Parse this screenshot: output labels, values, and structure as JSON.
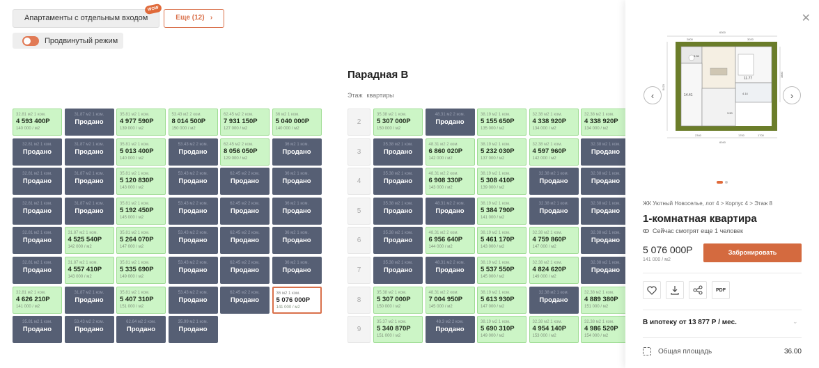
{
  "filters": {
    "apartments_chip": "Апартаменты с отдельным входом",
    "wow_badge": "WOW",
    "more_button": "Еще (12)",
    "advanced_mode_label": "Продвинутый режим"
  },
  "entrance_b": {
    "title": "Парадная В",
    "col_floor": "Этаж",
    "col_apartments": "квартиры",
    "floors": [
      "2",
      "3",
      "4",
      "5",
      "6",
      "7",
      "8",
      "9"
    ]
  },
  "left_grid": [
    [
      {
        "status": "avail",
        "meta": "32.81 м2  1 ком.",
        "price": "4 593 400Р",
        "ppm": "140 000 / м2"
      },
      {
        "status": "sold",
        "meta": "31.87 м2  1 ком.",
        "price": "Продано"
      },
      {
        "status": "avail",
        "meta": "35.81 м2  1 ком.",
        "price": "4 977 590Р",
        "ppm": "139 000 / м2"
      },
      {
        "status": "avail",
        "meta": "53.43 м2  2 ком.",
        "price": "8 014 500Р",
        "ppm": "150 000 / м2"
      },
      {
        "status": "avail",
        "meta": "62.45 м2  2 ком.",
        "price": "7 931 150Р",
        "ppm": "127 000 / м2"
      },
      {
        "status": "avail",
        "meta": "36 м2  1 ком.",
        "price": "5 040 000Р",
        "ppm": "140 000 / м2"
      }
    ],
    [
      {
        "status": "sold",
        "meta": "32.81 м2  1 ком.",
        "price": "Продано"
      },
      {
        "status": "sold",
        "meta": "31.87 м2  1 ком.",
        "price": "Продано"
      },
      {
        "status": "avail",
        "meta": "35.81 м2  1 ком.",
        "price": "5 013 400Р",
        "ppm": "140 000 / м2"
      },
      {
        "status": "sold",
        "meta": "53.43 м2  2 ком.",
        "price": "Продано"
      },
      {
        "status": "avail",
        "meta": "62.45 м2  2 ком.",
        "price": "8 056 050Р",
        "ppm": "129 000 / м2"
      },
      {
        "status": "sold",
        "meta": "36 м2  1 ком.",
        "price": "Продано"
      }
    ],
    [
      {
        "status": "sold",
        "meta": "32.81 м2  1 ком.",
        "price": "Продано"
      },
      {
        "status": "sold",
        "meta": "31.87 м2  1 ком.",
        "price": "Продано"
      },
      {
        "status": "avail",
        "meta": "35.81 м2  1 ком.",
        "price": "5 120 830Р",
        "ppm": "143 000 / м2"
      },
      {
        "status": "sold",
        "meta": "53.43 м2  2 ком.",
        "price": "Продано"
      },
      {
        "status": "sold",
        "meta": "62.45 м2  2 ком.",
        "price": "Продано"
      },
      {
        "status": "sold",
        "meta": "36 м2  1 ком.",
        "price": "Продано"
      }
    ],
    [
      {
        "status": "sold",
        "meta": "32.81 м2  1 ком.",
        "price": "Продано"
      },
      {
        "status": "sold",
        "meta": "31.87 м2  1 ком.",
        "price": "Продано"
      },
      {
        "status": "avail",
        "meta": "35.81 м2  1 ком.",
        "price": "5 192 450Р",
        "ppm": "145 000 / м2"
      },
      {
        "status": "sold",
        "meta": "53.43 м2  2 ком.",
        "price": "Продано"
      },
      {
        "status": "sold",
        "meta": "62.45 м2  2 ком.",
        "price": "Продано"
      },
      {
        "status": "sold",
        "meta": "36 м2  1 ком.",
        "price": "Продано"
      }
    ],
    [
      {
        "status": "sold",
        "meta": "32.81 м2  1 ком.",
        "price": "Продано"
      },
      {
        "status": "avail",
        "meta": "31.87 м2  1 ком.",
        "price": "4 525 540Р",
        "ppm": "142 000 / м2"
      },
      {
        "status": "avail",
        "meta": "35.81 м2  1 ком.",
        "price": "5 264 070Р",
        "ppm": "147 000 / м2"
      },
      {
        "status": "sold",
        "meta": "53.43 м2  2 ком.",
        "price": "Продано"
      },
      {
        "status": "sold",
        "meta": "62.45 м2  2 ком.",
        "price": "Продано"
      },
      {
        "status": "sold",
        "meta": "36 м2  1 ком.",
        "price": "Продано"
      }
    ],
    [
      {
        "status": "sold",
        "meta": "32.81 м2  1 ком.",
        "price": "Продано"
      },
      {
        "status": "avail",
        "meta": "31.87 м2  1 ком.",
        "price": "4 557 410Р",
        "ppm": "143 000 / м2"
      },
      {
        "status": "avail",
        "meta": "35.81 м2  1 ком.",
        "price": "5 335 690Р",
        "ppm": "149 000 / м2"
      },
      {
        "status": "sold",
        "meta": "53.43 м2  2 ком.",
        "price": "Продано"
      },
      {
        "status": "sold",
        "meta": "62.45 м2  2 ком.",
        "price": "Продано"
      },
      {
        "status": "sold",
        "meta": "36 м2  1 ком.",
        "price": "Продано"
      }
    ],
    [
      {
        "status": "avail",
        "meta": "32.81 м2  1 ком.",
        "price": "4 626 210Р",
        "ppm": "141 000 / м2"
      },
      {
        "status": "sold",
        "meta": "31.87 м2  1 ком.",
        "price": "Продано"
      },
      {
        "status": "avail",
        "meta": "35.81 м2  1 ком.",
        "price": "5 407 310Р",
        "ppm": "151 000 / м2"
      },
      {
        "status": "sold",
        "meta": "53.43 м2  2 ком.",
        "price": "Продано"
      },
      {
        "status": "sold",
        "meta": "62.45 м2  2 ком.",
        "price": "Продано"
      },
      {
        "status": "selected",
        "meta": "36 м2  1 ком.",
        "price": "5 076 000Р",
        "ppm": "141 000 / м2"
      }
    ],
    [
      {
        "status": "sold",
        "meta": "35.81 м2  1 ком.",
        "price": "Продано"
      },
      {
        "status": "sold",
        "meta": "53.43 м2  2 ком.",
        "price": "Продано"
      },
      {
        "status": "sold",
        "meta": "62.64 м2  2 ком.",
        "price": "Продано"
      },
      {
        "status": "sold",
        "meta": "35.99 м2  1 ком.",
        "price": "Продано"
      }
    ]
  ],
  "right_grid": [
    [
      {
        "status": "avail",
        "meta": "35.38 м2  1 ком.",
        "price": "5 307 000Р",
        "ppm": "150 000 / м2"
      },
      {
        "status": "sold",
        "meta": "48.31 м2  2 ком.",
        "price": "Продано"
      },
      {
        "status": "avail",
        "meta": "38.19 м2  1 ком.",
        "price": "5 155 650Р",
        "ppm": "135 000 / м2"
      },
      {
        "status": "avail",
        "meta": "32.38 м2  1 ком.",
        "price": "4 338 920Р",
        "ppm": "134 000 / м2"
      },
      {
        "status": "avail",
        "meta": "32.38 м2  1 ком.",
        "price": "4 338 920Р",
        "ppm": "134 000 / м2"
      }
    ],
    [
      {
        "status": "sold",
        "meta": "35.38 м2  1 ком.",
        "price": "Продано"
      },
      {
        "status": "avail",
        "meta": "48.31 м2  2 ком.",
        "price": "6 860 020Р",
        "ppm": "142 000 / м2"
      },
      {
        "status": "avail",
        "meta": "38.19 м2  1 ком.",
        "price": "5 232 030Р",
        "ppm": "137 000 / м2"
      },
      {
        "status": "avail",
        "meta": "32.38 м2  1 ком.",
        "price": "4 597 960Р",
        "ppm": "142 000 / м2"
      },
      {
        "status": "sold",
        "meta": "32.38 м2  1 ком.",
        "price": "Продано"
      }
    ],
    [
      {
        "status": "sold",
        "meta": "35.38 м2  1 ком.",
        "price": "Продано"
      },
      {
        "status": "avail",
        "meta": "48.31 м2  2 ком.",
        "price": "6 908 330Р",
        "ppm": "143 000 / м2"
      },
      {
        "status": "avail",
        "meta": "38.19 м2  1 ком.",
        "price": "5 308 410Р",
        "ppm": "139 000 / м2"
      },
      {
        "status": "sold",
        "meta": "32.38 м2  1 ком.",
        "price": "Продано"
      },
      {
        "status": "sold",
        "meta": "32.38 м2  1 ком.",
        "price": "Продано"
      }
    ],
    [
      {
        "status": "sold",
        "meta": "35.38 м2  1 ком.",
        "price": "Продано"
      },
      {
        "status": "sold",
        "meta": "48.31 м2  2 ком.",
        "price": "Продано"
      },
      {
        "status": "avail",
        "meta": "38.19 м2  1 ком.",
        "price": "5 384 790Р",
        "ppm": "141 000 / м2"
      },
      {
        "status": "sold",
        "meta": "32.38 м2  1 ком.",
        "price": "Продано"
      },
      {
        "status": "sold",
        "meta": "32.38 м2  1 ком.",
        "price": "Продано"
      }
    ],
    [
      {
        "status": "sold",
        "meta": "35.38 м2  1 ком.",
        "price": "Продано"
      },
      {
        "status": "avail",
        "meta": "48.31 м2  2 ком.",
        "price": "6 956 640Р",
        "ppm": "144 000 / м2"
      },
      {
        "status": "avail",
        "meta": "38.19 м2  1 ком.",
        "price": "5 461 170Р",
        "ppm": "143 000 / м2"
      },
      {
        "status": "avail",
        "meta": "32.38 м2  1 ком.",
        "price": "4 759 860Р",
        "ppm": "147 000 / м2"
      },
      {
        "status": "sold",
        "meta": "32.38 м2  1 ком.",
        "price": "Продано"
      }
    ],
    [
      {
        "status": "sold",
        "meta": "35.38 м2  1 ком.",
        "price": "Продано"
      },
      {
        "status": "sold",
        "meta": "48.31 м2  2 ком.",
        "price": "Продано"
      },
      {
        "status": "avail",
        "meta": "38.19 м2  1 ком.",
        "price": "5 537 550Р",
        "ppm": "145 000 / м2"
      },
      {
        "status": "avail",
        "meta": "32.38 м2  1 ком.",
        "price": "4 824 620Р",
        "ppm": "149 000 / м2"
      },
      {
        "status": "sold",
        "meta": "32.38 м2  1 ком.",
        "price": "Продано"
      }
    ],
    [
      {
        "status": "avail",
        "meta": "35.38 м2  1 ком.",
        "price": "5 307 000Р",
        "ppm": "150 000 / м2"
      },
      {
        "status": "avail",
        "meta": "48.31 м2  2 ком.",
        "price": "7 004 950Р",
        "ppm": "145 000 / м2"
      },
      {
        "status": "avail",
        "meta": "38.19 м2  1 ком.",
        "price": "5 613 930Р",
        "ppm": "147 000 / м2"
      },
      {
        "status": "sold",
        "meta": "32.38 м2  1 ком.",
        "price": "Продано"
      },
      {
        "status": "avail",
        "meta": "32.38 м2  1 ком.",
        "price": "4 889 380Р",
        "ppm": "151 000 / м2"
      }
    ],
    [
      {
        "status": "avail",
        "meta": "35.37 м2  1 ком.",
        "price": "5 340 870Р",
        "ppm": "151 000 / м2"
      },
      {
        "status": "sold",
        "meta": "48.3 м2  2 ком.",
        "price": "Продано"
      },
      {
        "status": "avail",
        "meta": "38.19 м2  1 ком.",
        "price": "5 690 310Р",
        "ppm": "149 000 / м2"
      },
      {
        "status": "avail",
        "meta": "32.38 м2  1 ком.",
        "price": "4 954 140Р",
        "ppm": "153 000 / м2"
      },
      {
        "status": "avail",
        "meta": "32.38 м2  1 ком.",
        "price": "4 986 520Р",
        "ppm": "154 000 / м2"
      }
    ]
  ],
  "panel": {
    "breadcrumb": "ЖК Уютный Новоселье, лот 4 > Корпус 4 > Этаж 8",
    "title": "1-комнатная квартира",
    "watching": "Сейчас смотрят еще 1 человек",
    "price": "5 076 000Р",
    "per_m2": "141 000 / м2",
    "book_button": "Забронировать",
    "pdf_label": "PDF",
    "mortgage": "В ипотеку от 13 877 Р / мес.",
    "area_label": "Общая площадь",
    "area_value": "36.00",
    "plan_labels": {
      "top_width": "6300",
      "top_left": "2800",
      "top_right": "3020",
      "room_area": "14.41",
      "kitchen_area": "11.77",
      "bath_area": "3.56",
      "hall_area": "3.90",
      "wc_area": "4.14",
      "bottom_total": "6040",
      "bottom_a": "2340",
      "bottom_b": "1700",
      "bottom_c": "1700",
      "left_height": "5420",
      "right_height": "3880"
    }
  },
  "colors": {
    "accent": "#d46a3f",
    "available": "#ccf5c6",
    "sold": "#565f74"
  }
}
